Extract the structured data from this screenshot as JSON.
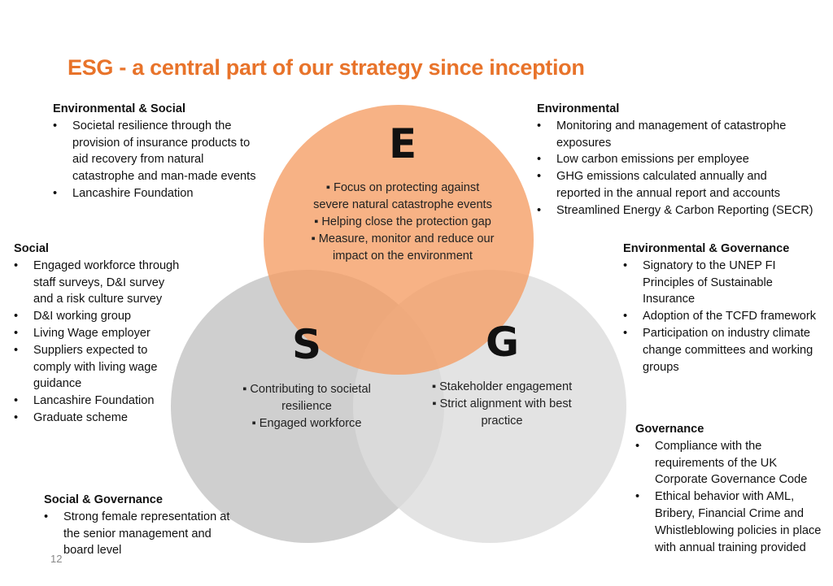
{
  "title": "ESG - a central part of our strategy since inception",
  "colors": {
    "title": "#e8732a",
    "circle_e": "#f59c63",
    "circle_s": "#c7c7c7",
    "circle_g": "#dddddd"
  },
  "venn": {
    "e": {
      "letter": "E",
      "items": [
        "▪ Focus on protecting against",
        "severe natural catastrophe events",
        "▪ Helping close the protection gap",
        "▪ Measure, monitor and reduce our",
        "impact on the environment"
      ]
    },
    "s": {
      "letter": "S",
      "items": [
        "▪ Contributing to societal",
        "resilience",
        "▪ Engaged workforce"
      ]
    },
    "g": {
      "letter": "G",
      "items": [
        "▪ Stakeholder engagement",
        "▪ Strict alignment with best",
        "practice"
      ]
    }
  },
  "blocks": {
    "env_social": {
      "heading": "Environmental & Social",
      "items": [
        "Societal resilience through the provision of insurance products to aid recovery from natural catastrophe and man-made events",
        "Lancashire Foundation"
      ]
    },
    "environmental": {
      "heading": "Environmental",
      "items": [
        "Monitoring and management of catastrophe exposures",
        "Low carbon emissions per employee",
        "GHG emissions calculated annually and reported in the annual report and accounts",
        "Streamlined Energy & Carbon Reporting (SECR)"
      ]
    },
    "social": {
      "heading": "Social",
      "items": [
        "Engaged workforce through staff surveys, D&I survey and a risk culture survey",
        "D&I working group",
        "Living Wage employer",
        "Suppliers expected to comply with living wage guidance",
        "Lancashire Foundation",
        "Graduate scheme"
      ]
    },
    "env_gov": {
      "heading": "Environmental & Governance",
      "items": [
        "Signatory to the UNEP FI Principles of Sustainable Insurance",
        "Adoption of the TCFD framework",
        "Participation on industry climate change committees and working groups"
      ]
    },
    "governance": {
      "heading": "Governance",
      "items": [
        "Compliance with the requirements of the UK Corporate Governance Code",
        "Ethical behavior with AML, Bribery, Financial Crime and Whistleblowing policies in place with annual training provided"
      ]
    },
    "social_gov": {
      "heading": "Social & Governance",
      "items": [
        "Strong female representation at the senior management and board level"
      ]
    }
  },
  "page_number": "12"
}
